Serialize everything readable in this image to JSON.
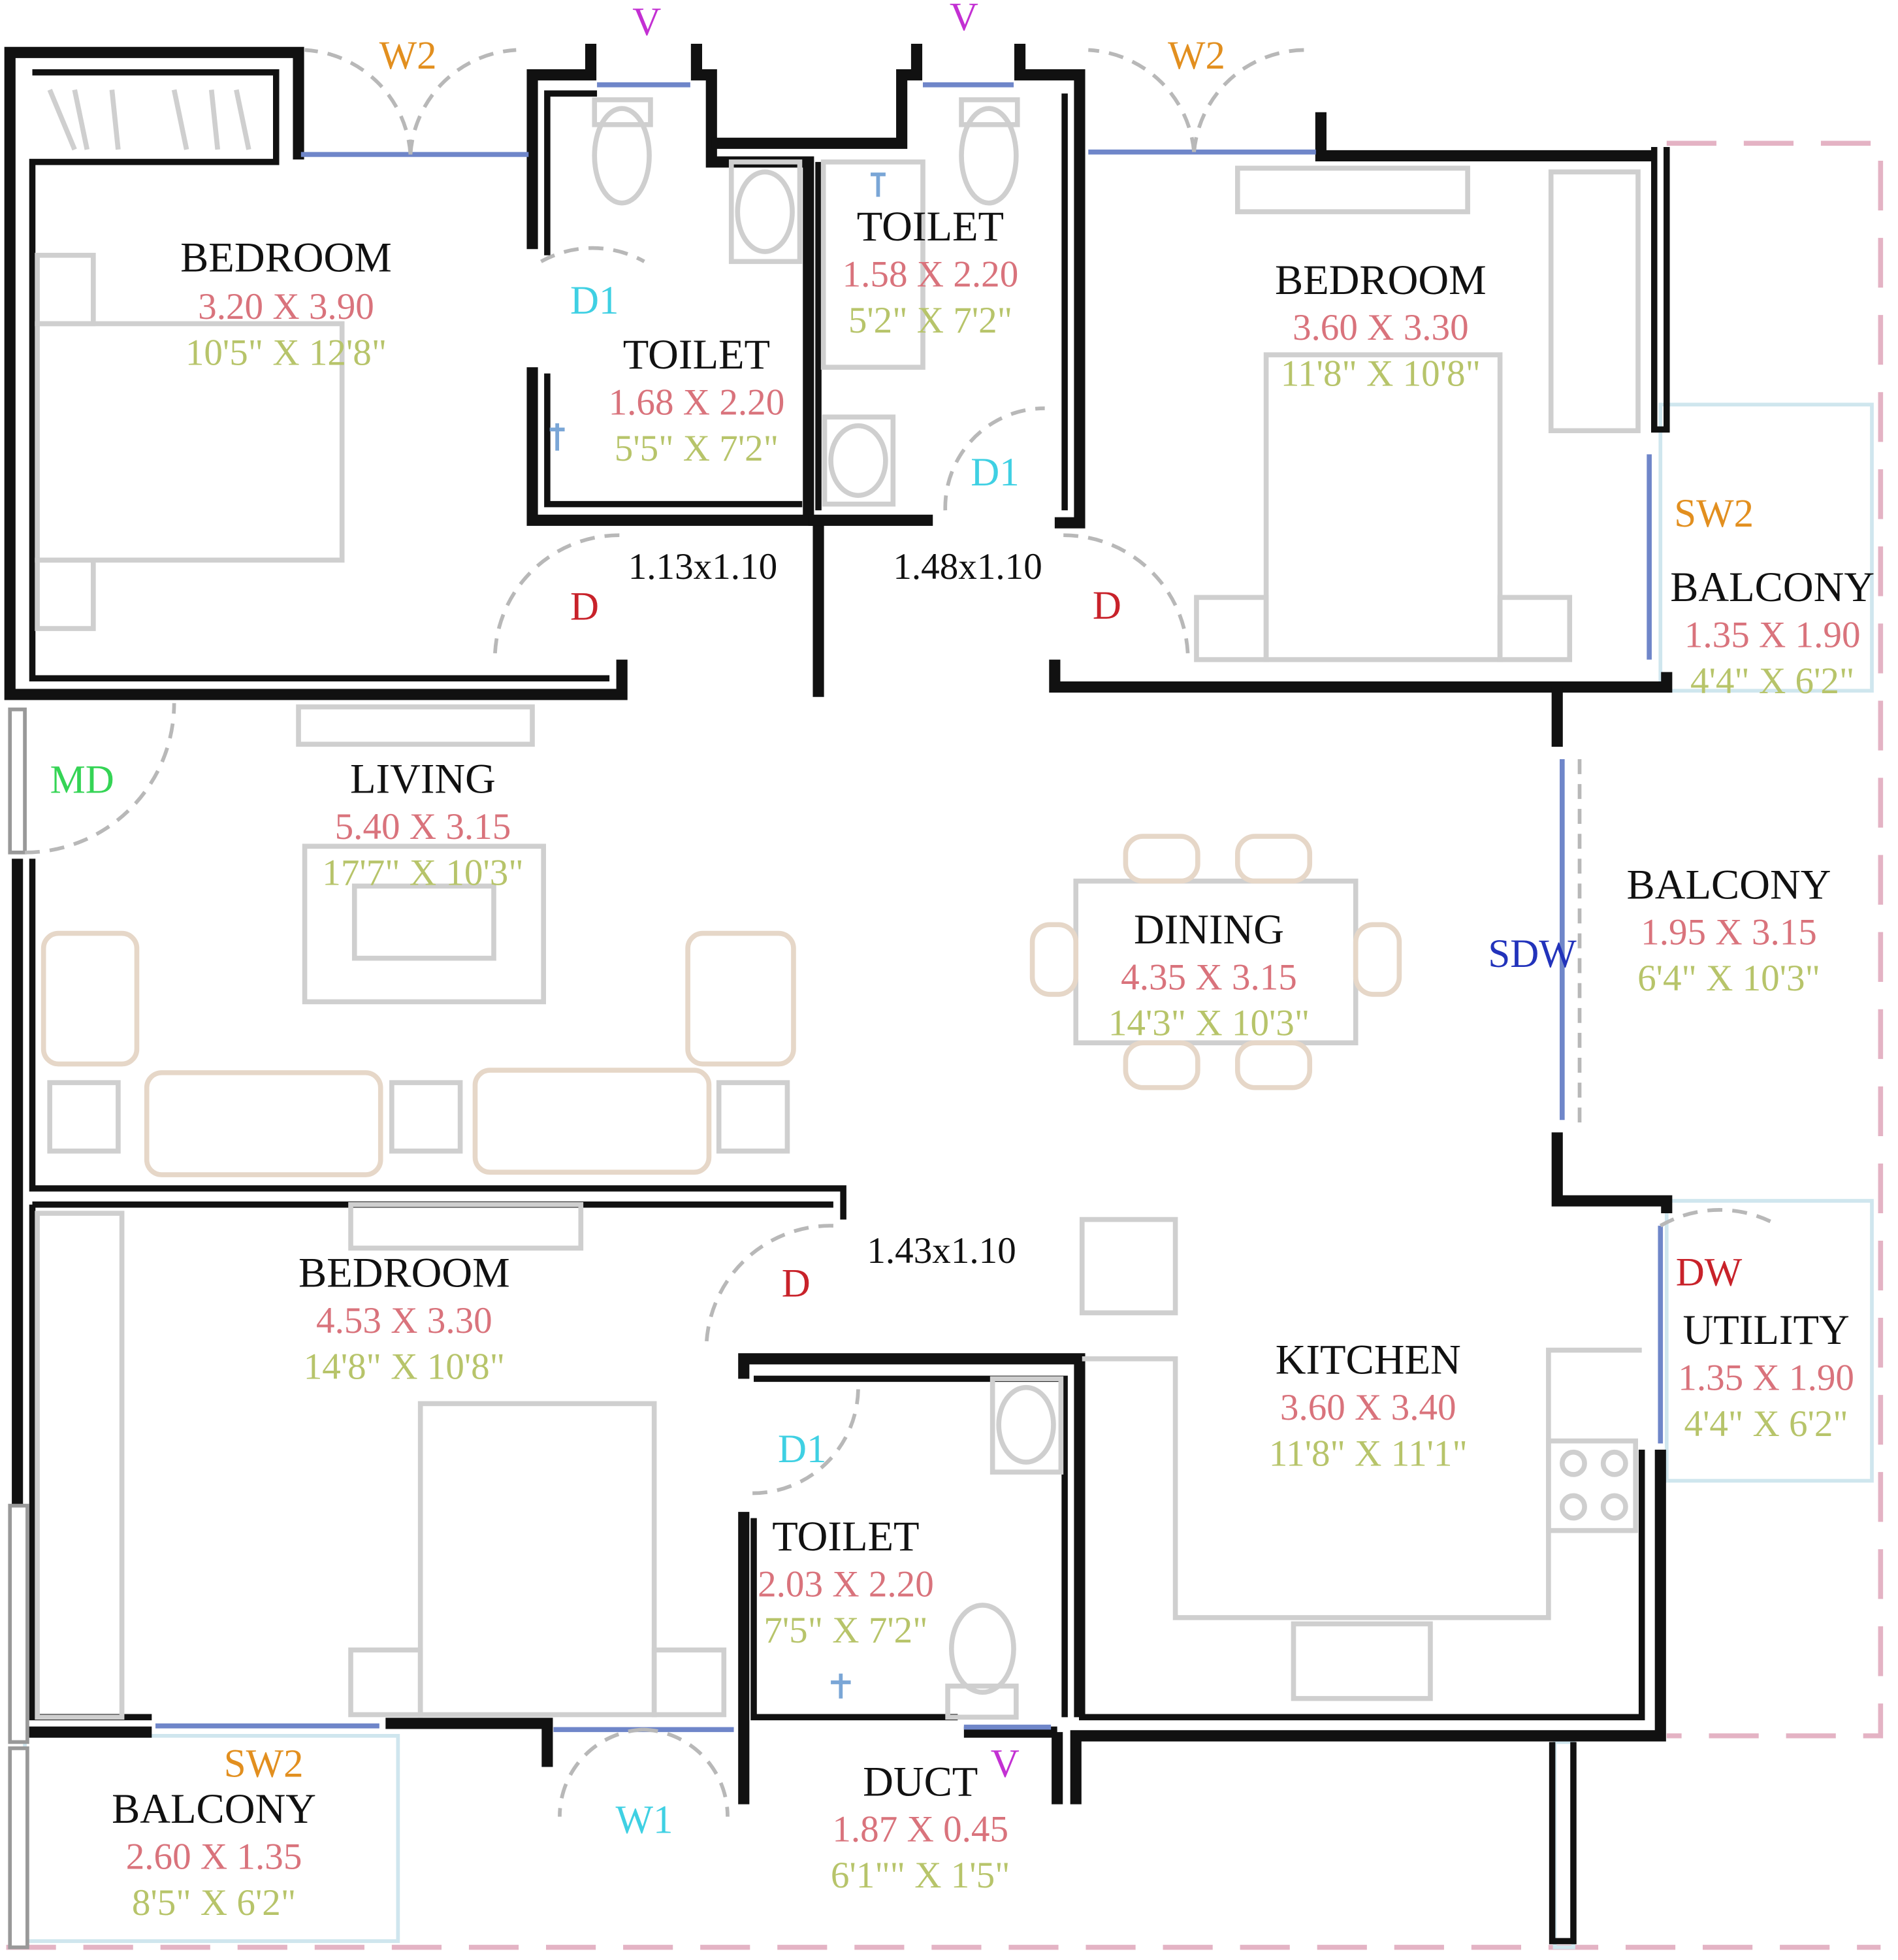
{
  "colors": {
    "wall": "#111111",
    "room_name": "#111111",
    "metric": "#d9737c",
    "imperial": "#b7c46a",
    "window_w": "#e28f1f",
    "ventilator": "#c330d3",
    "door_d": "#c8222a",
    "door_d1": "#3fd0e3",
    "main_door": "#35d455",
    "sliding_door": "#2233bb",
    "wall_label": "#111111"
  },
  "rooms": {
    "bedroom_top_left": {
      "name": "BEDROOM",
      "metric": "3.20 X 3.90",
      "imperial": "10'5\" X 12'8\""
    },
    "toilet_top_mid": {
      "name": "TOILET",
      "metric": "1.68 X 2.20",
      "imperial": "5'5\" X 7'2\""
    },
    "toilet_top_right": {
      "name": "TOILET",
      "metric": "1.58 X 2.20",
      "imperial": "5'2\" X 7'2\""
    },
    "bedroom_top_right": {
      "name": "BEDROOM",
      "metric": "3.60 X 3.30",
      "imperial": "11'8\" X 10'8\""
    },
    "balcony_right_top": {
      "name": "BALCONY",
      "metric": "1.35 X 1.90",
      "imperial": "4'4\" X 6'2\""
    },
    "living": {
      "name": "LIVING",
      "metric": "5.40 X 3.15",
      "imperial": "17'7\" X 10'3\""
    },
    "dining": {
      "name": "DINING",
      "metric": "4.35 X 3.15",
      "imperial": "14'3\" X 10'3\""
    },
    "balcony_right_mid": {
      "name": "BALCONY",
      "metric": "1.95 X 3.15",
      "imperial": "6'4\" X 10'3\""
    },
    "bedroom_bottom": {
      "name": "BEDROOM",
      "metric": "4.53 X 3.30",
      "imperial": "14'8\" X 10'8\""
    },
    "kitchen": {
      "name": "KITCHEN",
      "metric": "3.60 X 3.40",
      "imperial": "11'8\" X 11'1\""
    },
    "utility": {
      "name": "UTILITY",
      "metric": "1.35 X 1.90",
      "imperial": "4'4\" X 6'2\""
    },
    "toilet_bottom": {
      "name": "TOILET",
      "metric": "2.03 X 2.20",
      "imperial": "7'5\" X 7'2\""
    },
    "duct": {
      "name": "DUCT",
      "metric": "1.87 X 0.45",
      "imperial": "6'1\"\" X 1'5\""
    },
    "balcony_bottom": {
      "name": "BALCONY",
      "metric": "2.60 X 1.35",
      "imperial": "8'5\" X 6'2\""
    }
  },
  "openings": {
    "w2_left": "W2",
    "w2_right": "W2",
    "v_left": "V",
    "v_mid": "V",
    "v_duct": "V",
    "d1_top_left": "D1",
    "d1_top_right": "D1",
    "d1_bottom": "D1",
    "d_left": "D",
    "d_right": "D",
    "d_bottom": "D",
    "md": "MD",
    "sw2_right": "SW2",
    "sw2_bottom": "SW2",
    "sdw": "SDW",
    "dw": "DW",
    "w1": "W1"
  },
  "passages": {
    "p1": "1.13x1.10",
    "p2": "1.48x1.10",
    "p3": "1.43x1.10"
  }
}
